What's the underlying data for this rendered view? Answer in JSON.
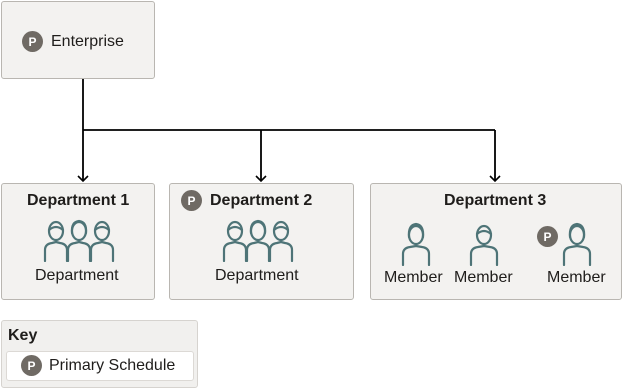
{
  "enterprise": {
    "badge": "P",
    "label": "Enterprise"
  },
  "departments": [
    {
      "title": "Department 1",
      "badge": "",
      "icon": "department-group-icon",
      "label": "Department"
    },
    {
      "title": "Department 2",
      "badge": "P",
      "icon": "department-group-icon",
      "label": "Department"
    },
    {
      "title": "Department 3",
      "badge": "",
      "members": [
        {
          "label": "Member",
          "icon": "female-member-icon",
          "badge": ""
        },
        {
          "label": "Member",
          "icon": "male-member-icon",
          "badge": ""
        },
        {
          "label": "Member",
          "icon": "female-member-icon",
          "badge": "P"
        }
      ]
    }
  ],
  "key": {
    "title": "Key",
    "badge": "P",
    "label": "Primary Schedule"
  },
  "colors": {
    "icon": "#4e7477",
    "badge": "#6f6a64",
    "box_fill": "#f3f2f0",
    "box_border": "#b9b6b1",
    "connector": "#000000"
  }
}
